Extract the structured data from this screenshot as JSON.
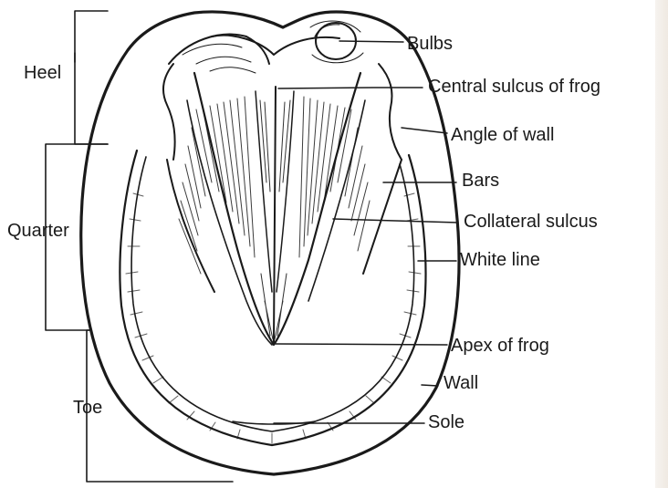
{
  "labels": {
    "heel": "Heel",
    "quarter": "Quarter",
    "toe": "Toe",
    "bulbs": "Bulbs",
    "central_sulcus": "Central sulcus of frog",
    "angle_of_wall": "Angle of wall",
    "bars": "Bars",
    "collateral_sulcus": "Collateral sulcus",
    "white_line": "White line",
    "apex_of_frog": "Apex of frog",
    "wall": "Wall",
    "sole": "Sole"
  },
  "colors": {
    "ink": "#1a1a1a",
    "paper": "#ffffff"
  }
}
